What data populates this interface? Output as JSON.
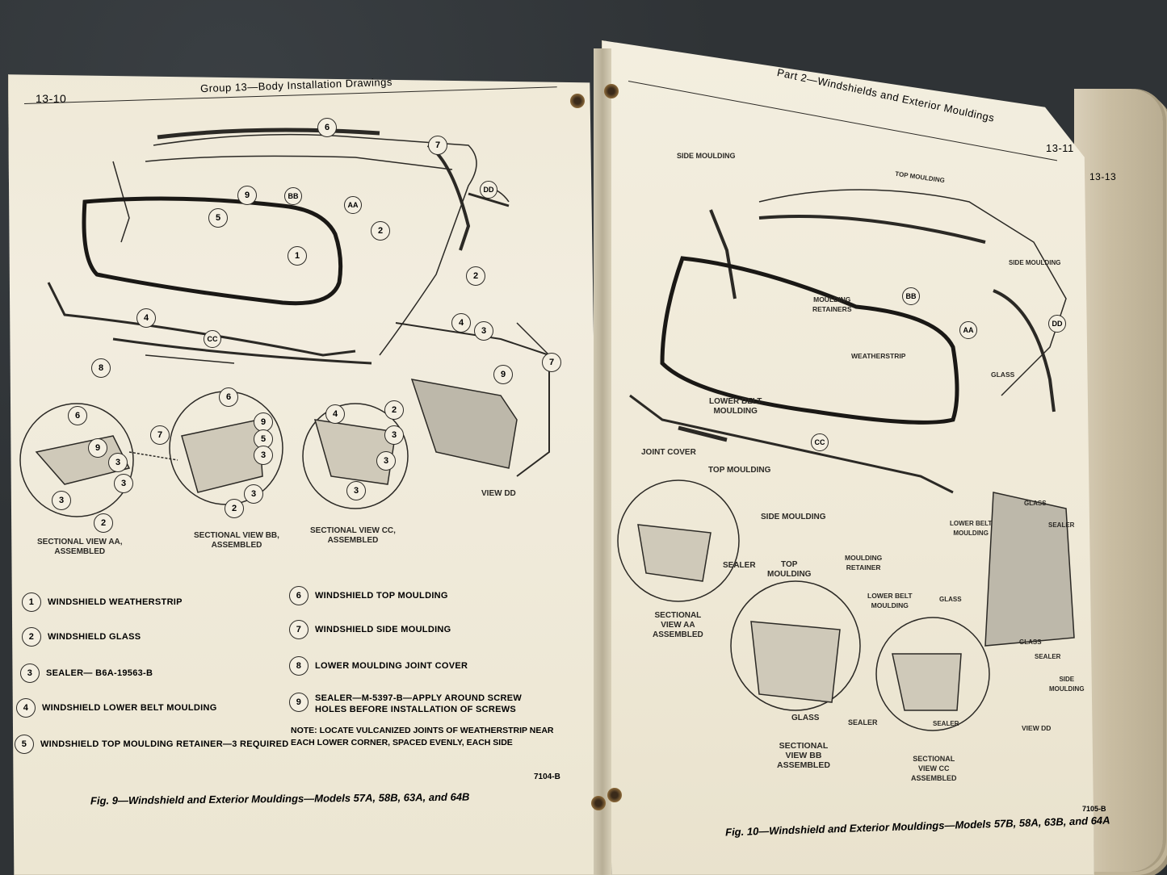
{
  "left_page": {
    "page_number": "13-10",
    "header": "Group 13—Body Installation Drawings",
    "callouts": {
      "c6": "6",
      "c7": "7",
      "c9": "9",
      "cbb": "BB",
      "caa": "AA",
      "cdd": "DD",
      "c5": "5",
      "c2": "2",
      "c1": "1",
      "c4": "4",
      "c8": "8",
      "ccc": "CC",
      "v2": "2",
      "v4": "4",
      "v3": "3",
      "v7": "7",
      "v9": "9",
      "a6": "6",
      "a9": "9",
      "a3a": "3",
      "a3b": "3",
      "a7": "7",
      "a3c": "3",
      "a2": "2",
      "b6": "6",
      "b9": "9",
      "b5": "5",
      "b3a": "3",
      "b3b": "3",
      "b2": "2",
      "cc4": "4",
      "cc2": "2",
      "cc3a": "3",
      "cc3b": "3",
      "cc3c": "3"
    },
    "section_labels": {
      "aa": "SECTIONAL VIEW AA,\nASSEMBLED",
      "bb": "SECTIONAL VIEW BB,\nASSEMBLED",
      "cc": "SECTIONAL VIEW CC,\nASSEMBLED",
      "dd": "VIEW DD"
    },
    "legend": [
      {
        "num": "1",
        "text": "WINDSHIELD WEATHERSTRIP"
      },
      {
        "num": "2",
        "text": "WINDSHIELD GLASS"
      },
      {
        "num": "3",
        "text": "SEALER— B6A-19563-B"
      },
      {
        "num": "4",
        "text": "WINDSHIELD LOWER BELT MOULDING"
      },
      {
        "num": "5",
        "text": "WINDSHIELD TOP MOULDING RETAINER—3 REQUIRED"
      },
      {
        "num": "6",
        "text": "WINDSHIELD TOP MOULDING"
      },
      {
        "num": "7",
        "text": "WINDSHIELD SIDE MOULDING"
      },
      {
        "num": "8",
        "text": "LOWER MOULDING JOINT COVER"
      },
      {
        "num": "9",
        "text": "SEALER—M-5397-B—APPLY AROUND SCREW\nHOLES BEFORE INSTALLATION OF SCREWS"
      }
    ],
    "note": "NOTE: LOCATE VULCANIZED JOINTS OF WEATHERSTRIP NEAR\nEACH LOWER CORNER, SPACED EVENLY, EACH SIDE",
    "drawing_number": "7104-B",
    "caption": "Fig. 9—Windshield and Exterior Mouldings—Models 57A, 58B, 63A, and 64B"
  },
  "right_page": {
    "page_number": "13-11",
    "header": "Part 2—Windshields and Exterior Mouldings",
    "next_page_tab": "13-13",
    "labels": {
      "side_moulding": "SIDE MOULDING",
      "top_moulding": "TOP MOULDING",
      "side_moulding_2": "SIDE MOULDING",
      "moulding_retainers": "MOULDING\nRETAINERS",
      "weatherstrip": "WEATHERSTRIP",
      "glass": "GLASS",
      "lower_belt_moulding": "LOWER BELT\nMOULDING",
      "joint_cover": "JOINT COVER",
      "top_moulding_2": "TOP MOULDING",
      "side_moulding_3": "SIDE MOULDING",
      "sealer": "SEALER",
      "top_moulding_3": "TOP\nMOULDING",
      "moulding_retainer": "MOULDING\nRETAINER",
      "lower_belt_moulding_2": "LOWER BELT\nMOULDING",
      "glass_2": "GLASS",
      "glass_3": "GLASS",
      "sealer_2": "SEALER",
      "sealer_3": "SEALER",
      "glass_4": "GLASS",
      "sealer_4": "SEALER",
      "lower_belt_moulding_3": "LOWER BELT\nMOULDING",
      "glass_5": "GLASS",
      "sealer_5": "SEALER",
      "side_moulding_4": "SIDE\nMOULDING"
    },
    "callouts": {
      "bb": "BB",
      "aa": "AA",
      "dd": "DD",
      "cc": "CC"
    },
    "section_labels": {
      "aa": "SECTIONAL\nVIEW AA\nASSEMBLED",
      "bb": "SECTIONAL\nVIEW BB\nASSEMBLED",
      "cc": "SECTIONAL\nVIEW CC\nASSEMBLED",
      "dd": "VIEW DD"
    },
    "drawing_number": "7105-B",
    "caption": "Fig. 10—Windshield and Exterior Mouldings—Models 57B, 58A, 63B, and 64A"
  }
}
